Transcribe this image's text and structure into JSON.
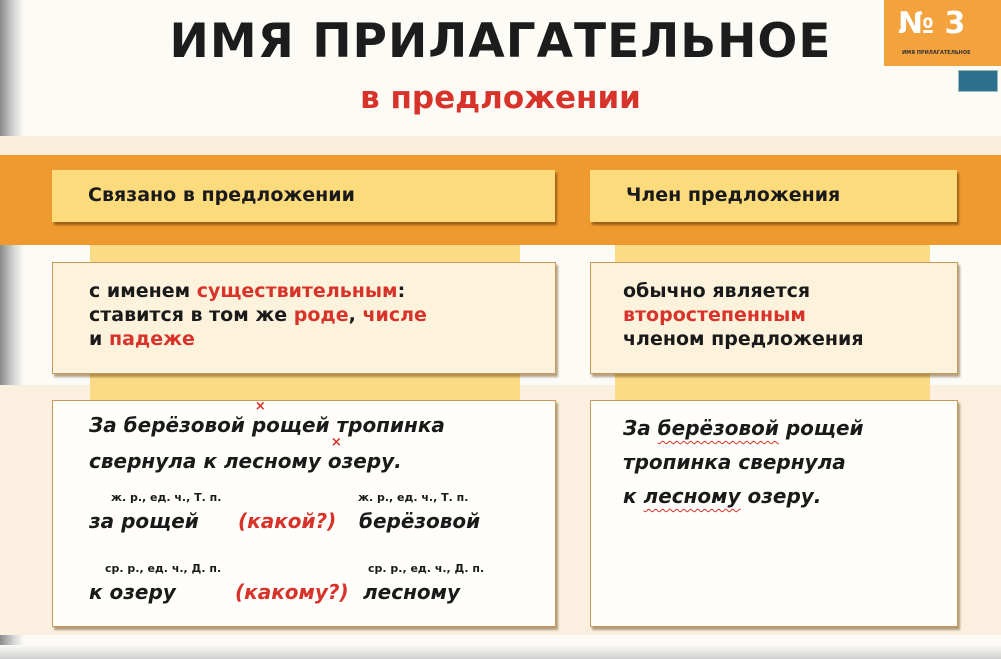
{
  "header": {
    "title": "ИМЯ ПРИЛАГАТЕЛЬНОЕ",
    "subtitle": "в предложении"
  },
  "badge": {
    "number": "№ 3",
    "caption": "ИМЯ ПРИЛАГАТЕЛЬНОЕ"
  },
  "colors": {
    "orange": "#ef9a2f",
    "yellow": "#fbdb7c",
    "red": "#d7332a"
  },
  "left": {
    "heading": "Связано в предложении",
    "rule": {
      "p1": "с именем ",
      "p2": "существительным",
      "p3": ":",
      "p4": "ставится в том же ",
      "p5": "роде",
      "p6": ", ",
      "p7": "числе",
      "p8": "и ",
      "p9": "падеже"
    },
    "example": {
      "s1": "За берёзовой ",
      "s2": "р",
      "s3": "ощей ",
      "s4": "т",
      "s5": "ропинка",
      "s6": "свернула к лесному ",
      "s7": "о",
      "s8": "зеру.",
      "cross": "×"
    },
    "analysis": [
      {
        "noun_gram": "ж. р., ед. ч., Т. п.",
        "noun": "за рощей",
        "question": "(какой?)",
        "adj_gram": "ж. р., ед. ч., Т. п.",
        "adj": "берёзовой"
      },
      {
        "noun_gram": "ср. р., ед. ч., Д. п.",
        "noun": "к озеру",
        "question": "(какому?)",
        "adj_gram": "ср. р., ед. ч., Д. п.",
        "adj": "лесному"
      }
    ]
  },
  "right": {
    "heading": "Член предложения",
    "rule": {
      "p1": "обычно является",
      "p2": "второстепенным",
      "p3": "членом предложения"
    },
    "example": {
      "l1a": "За ",
      "l1b": "берёзовой",
      "l1c": " рощей",
      "l2": "тропинка свернула",
      "l3a": "к ",
      "l3b": "лесному",
      "l3c": " озеру."
    }
  }
}
